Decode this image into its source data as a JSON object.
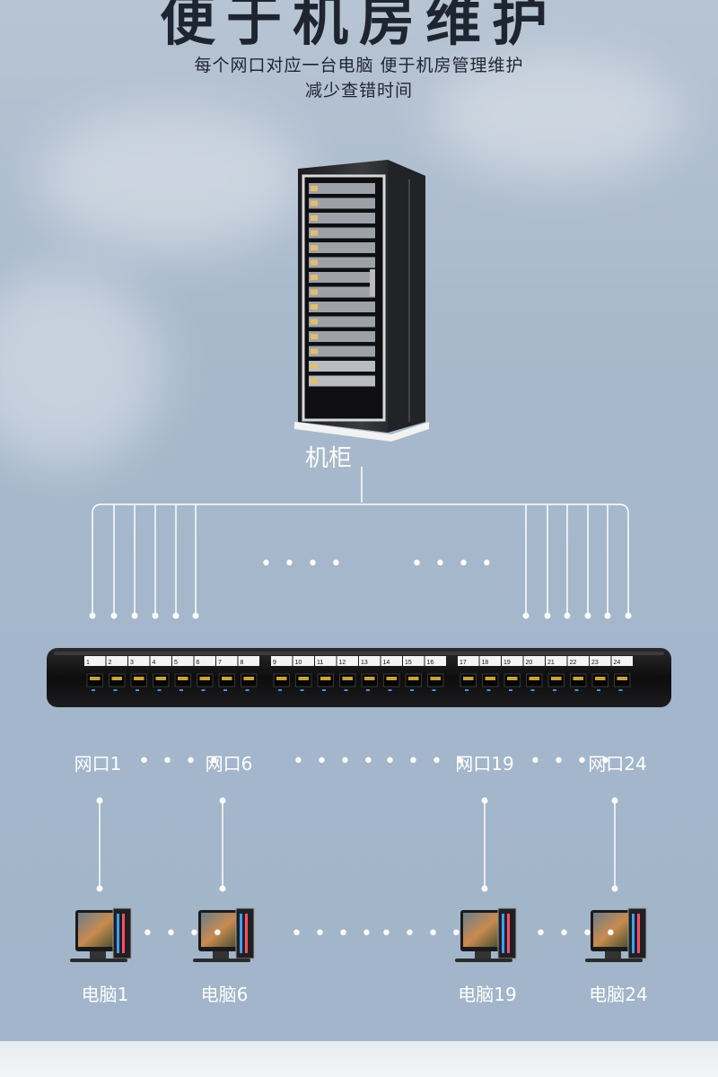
{
  "headline": "便于机房维护",
  "subtitle": {
    "line1": "每个网口对应一台电脑  便于机房管理维护",
    "line2": "减少查错时间"
  },
  "cabinet_label": "机柜",
  "port_labels": {
    "p1": "网口1",
    "p6": "网口6",
    "p19": "网口19",
    "p24": "网口24"
  },
  "computer_labels": {
    "c1": "电脑1",
    "c6": "电脑6",
    "c19": "电脑19",
    "c24": "电脑24"
  },
  "patch_panel_numbers": [
    "1",
    "2",
    "3",
    "4",
    "5",
    "6",
    "7",
    "8",
    "9",
    "10",
    "11",
    "12",
    "13",
    "14",
    "15",
    "16",
    "17",
    "18",
    "19",
    "20",
    "21",
    "22",
    "23",
    "24"
  ],
  "ellipsis": "• • • •",
  "colors": {
    "text_dark": "#1f2530",
    "line_white": "#ffffff",
    "panel_black": "#111111",
    "jack_gold": "#c9a23a"
  }
}
